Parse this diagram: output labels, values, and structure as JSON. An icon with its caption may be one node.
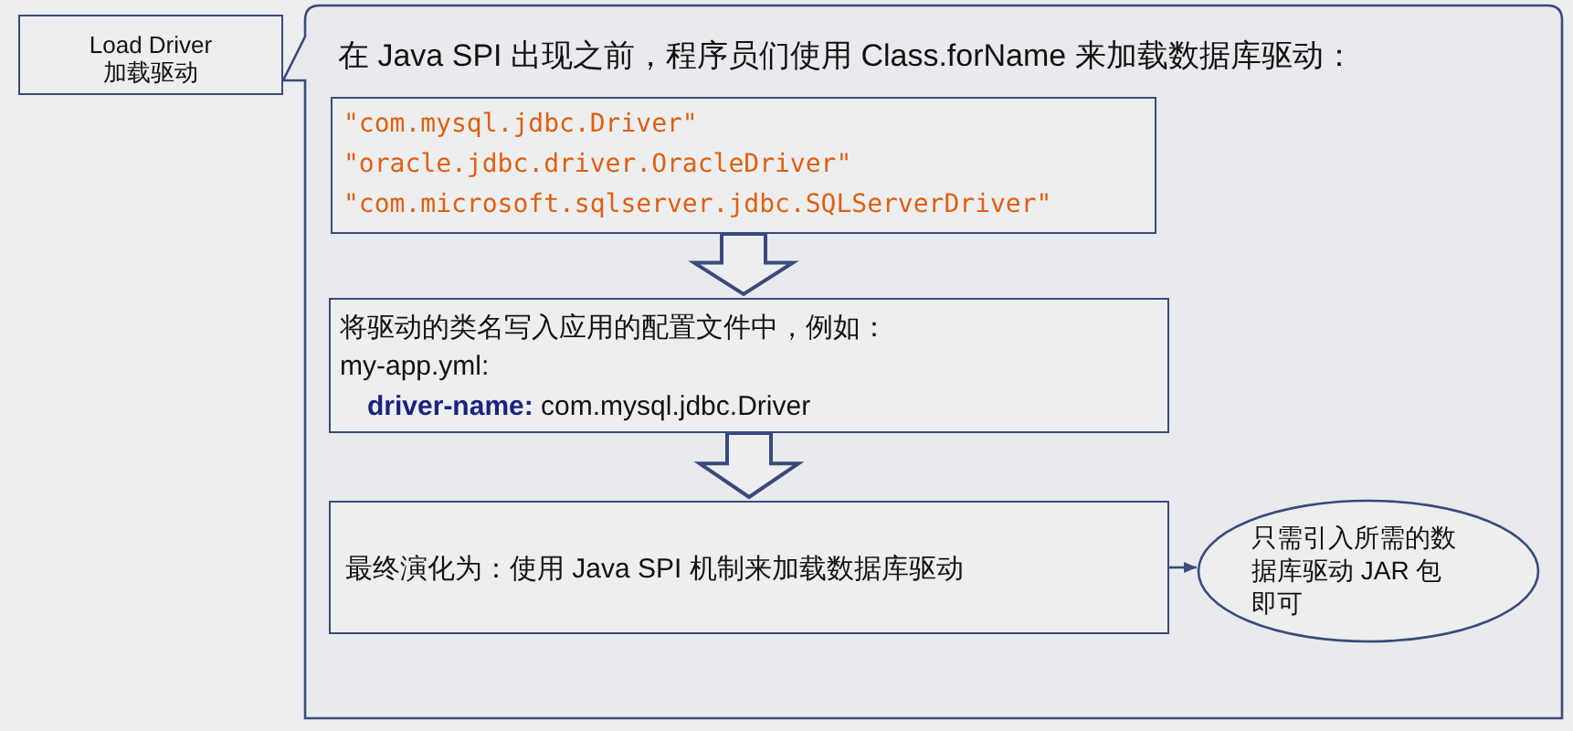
{
  "diagram": {
    "nodes": [
      {
        "text": [
          "Load Driver 加载驱动"
        ]
      },
      {
        "text": [
          "在 Java SPI 出现之前，程序员们使用 Class.forName 来加载数据库驱动："
        ]
      },
      {
        "text": [
          "\"com.mysql.jdbc.Driver\"",
          "\"oracle.jdbc.driver.OracleDriver\"",
          "\"com.microsoft.sqlserver.jdbc.SQLServerDriver\""
        ],
        "in": 1
      },
      {
        "text": [
          "将驱动的类名写入应用的配置文件中，例如：",
          "my-app.yml:",
          "**driver-name:** com.mysql.jdbc.Driver"
        ],
        "in": 1
      },
      {
        "text": [
          "最终演化为：使用 Java SPI 机制来加载数据库驱动"
        ],
        "in": 1
      },
      {
        "text": [
          "只需引入所需的数据库驱动 JAR 包即可"
        ],
        "in": 1
      }
    ],
    "edges": [
      {
        "from": 2,
        "to": 3,
        "arrow": "to"
      },
      {
        "from": 3,
        "to": 4,
        "arrow": "to"
      },
      {
        "from": 4,
        "to": 5,
        "arrow": "to"
      }
    ]
  }
}
